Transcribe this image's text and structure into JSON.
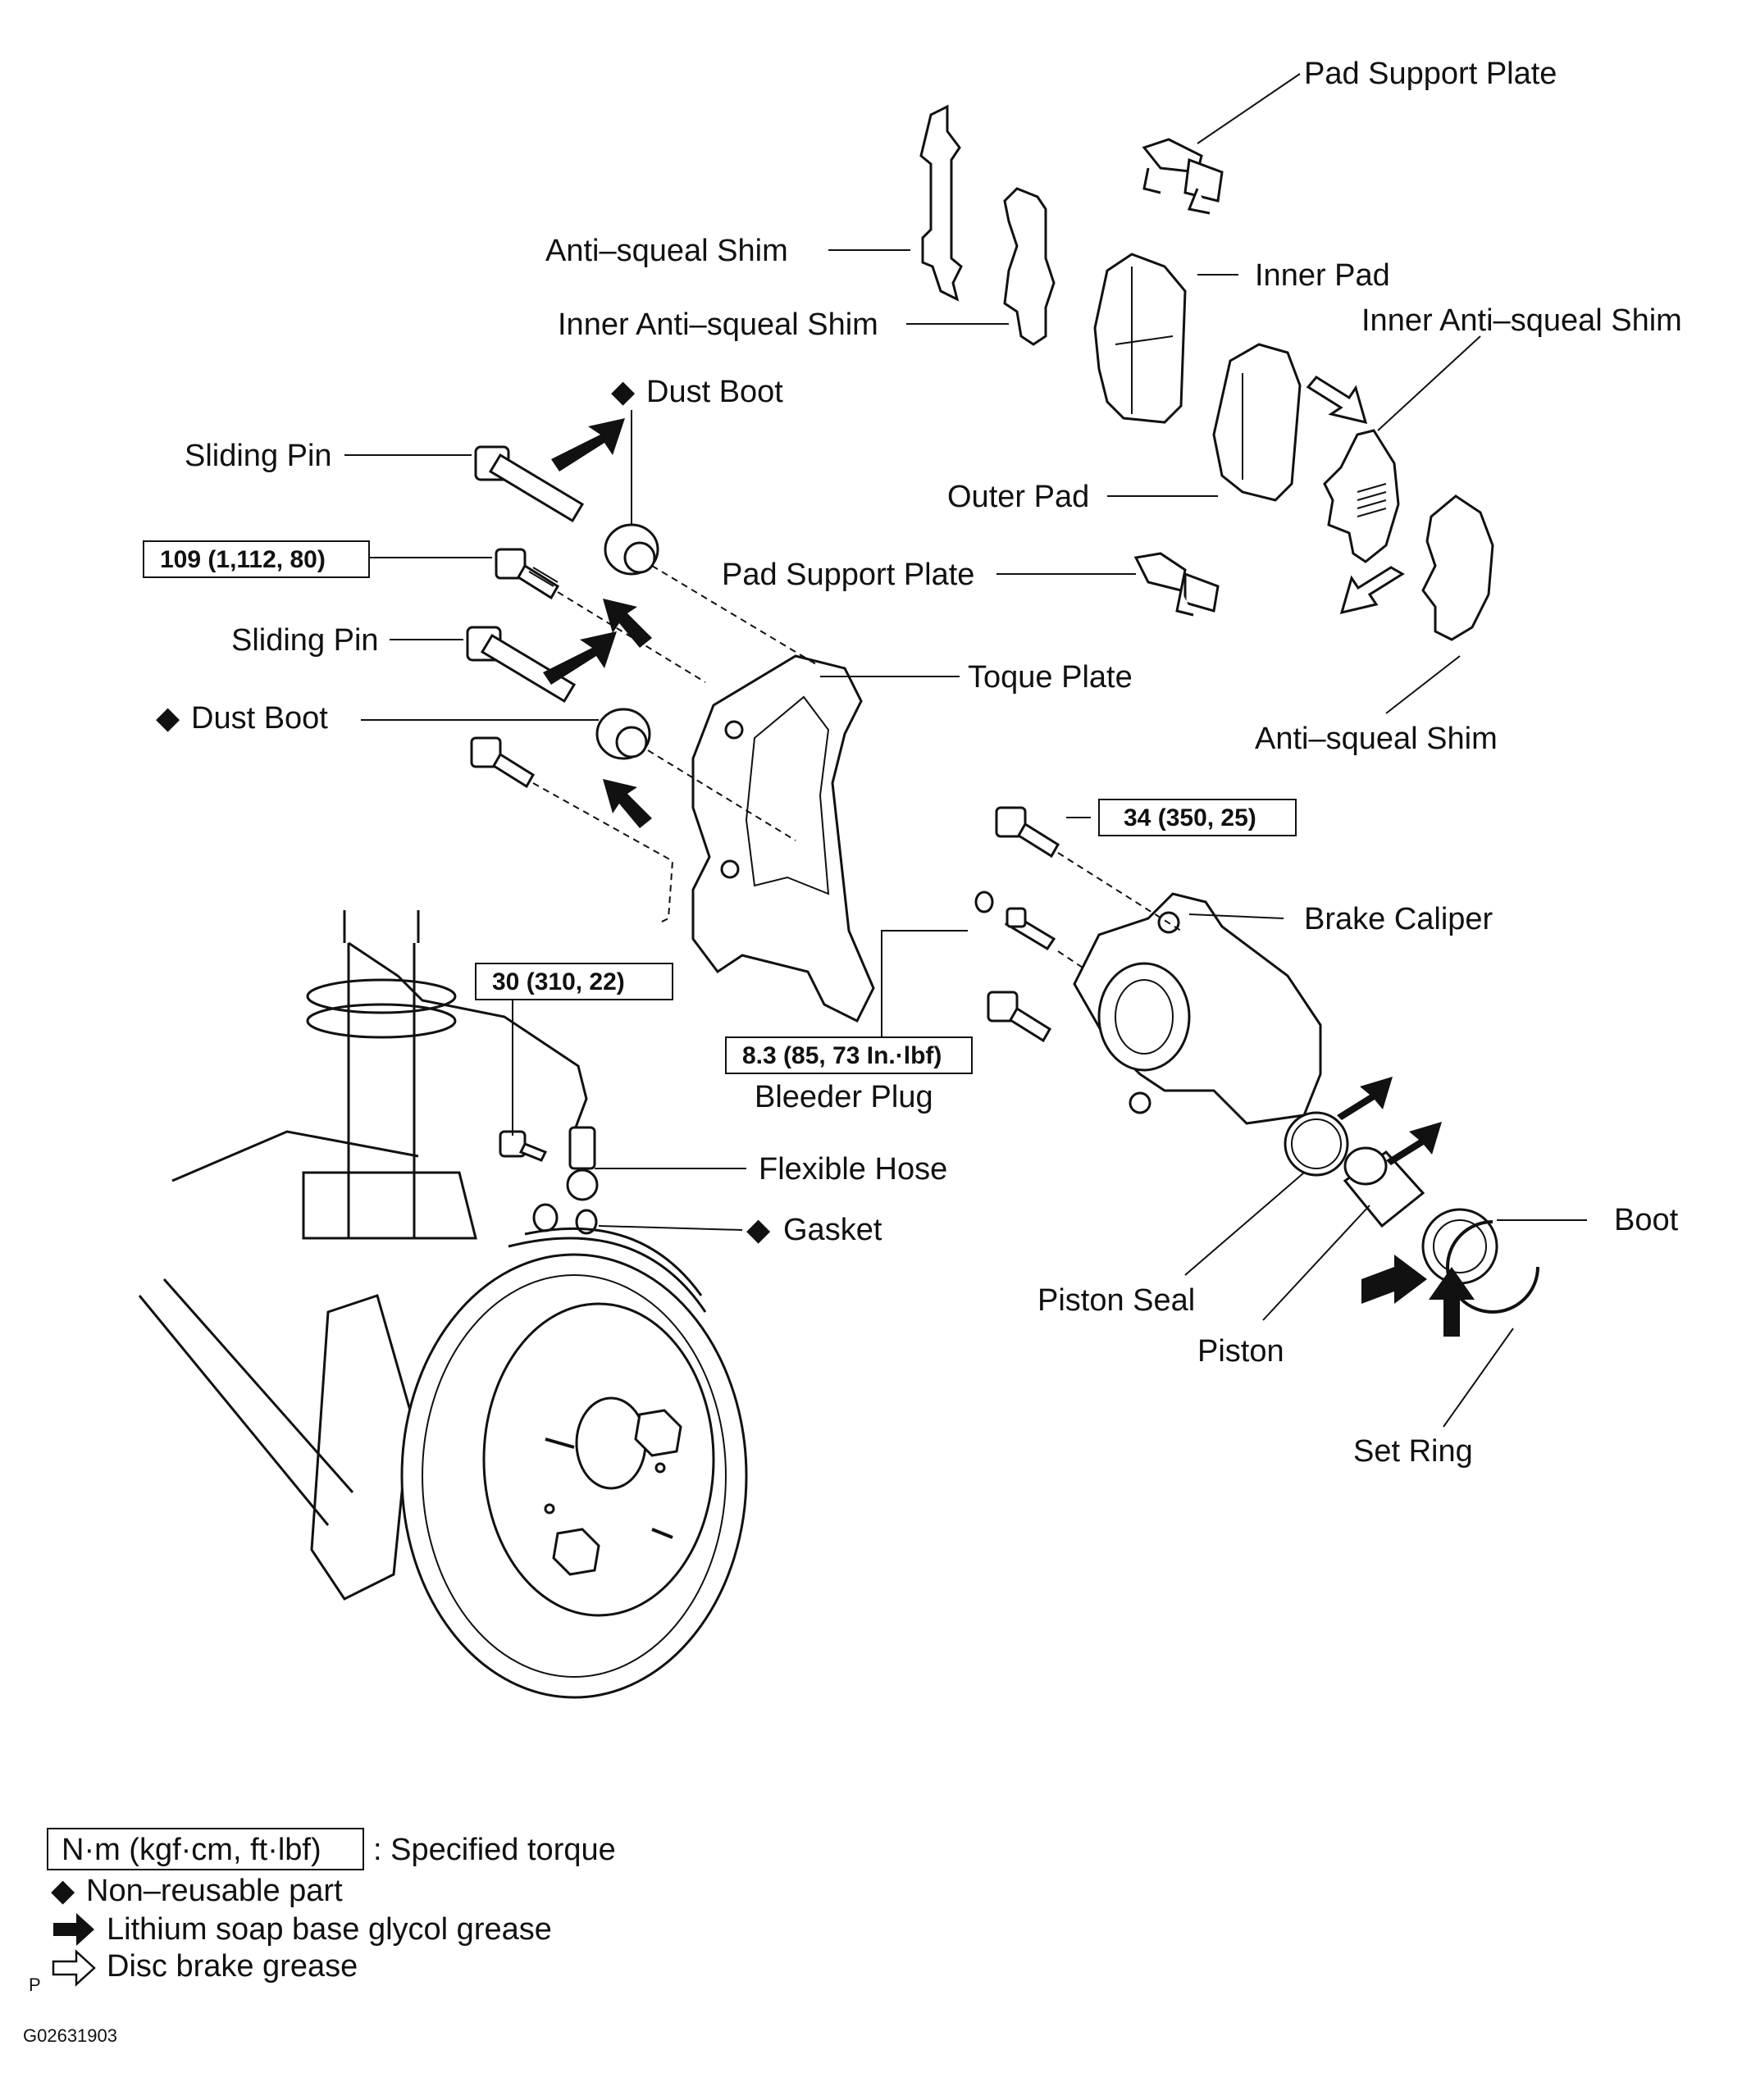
{
  "labels": {
    "pad_support_plate_top": "Pad Support Plate",
    "anti_squeal_shim_top": "Anti–squeal Shim",
    "inner_pad": "Inner Pad",
    "inner_anti_squeal_shim_left": "Inner Anti–squeal Shim",
    "inner_anti_squeal_shim_right": "Inner Anti–squeal Shim",
    "dust_boot_top": "Dust Boot",
    "sliding_pin_top": "Sliding Pin",
    "outer_pad": "Outer Pad",
    "pad_support_plate_mid": "Pad Support Plate",
    "sliding_pin_bottom": "Sliding Pin",
    "toque_plate": "Toque Plate",
    "dust_boot_bottom": "Dust Boot",
    "anti_squeal_shim_bottom": "Anti–squeal Shim",
    "brake_caliper": "Brake Caliper",
    "bleeder_plug": "Bleeder Plug",
    "flexible_hose": "Flexible Hose",
    "gasket": "Gasket",
    "boot": "Boot",
    "piston_seal": "Piston Seal",
    "piston": "Piston",
    "set_ring": "Set Ring"
  },
  "torques": {
    "torque_plate_bolt": "109 (1,112, 80)",
    "caliper_bolt": "34 (350, 25)",
    "flexible_hose_bolt": "30 (310, 22)",
    "bleeder_plug": "8.3 (85, 73 In.·lbf)"
  },
  "legend": {
    "torque_unit": "N·m (kgf·cm, ft·lbf)",
    "torque_desc": ": Specified torque",
    "non_reusable": "Non–reusable part",
    "lithium_grease": "Lithium soap base glycol grease",
    "disc_brake_grease": "Disc brake grease",
    "p_mark": "P"
  },
  "symbols": {
    "non_reusable": "◆"
  },
  "figure_id": "G02631903"
}
